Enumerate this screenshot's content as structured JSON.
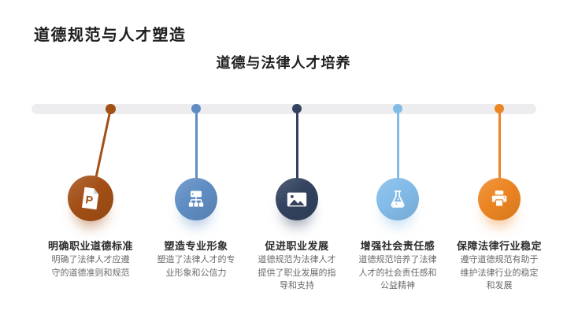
{
  "slide": {
    "title": "道德规范与人才塑造",
    "subtitle": "道德与法律人才培养",
    "background_color": "#ffffff",
    "title_color": "#1d1d1d"
  },
  "timeline": {
    "bar_color": "#ededf0",
    "items": [
      {
        "heading": "明确职业道德标准",
        "body": "明确了法律人才应遵守的道德准则和规范",
        "color": "#a34f16",
        "icon": "document-p-icon"
      },
      {
        "heading": "塑造专业形象",
        "body": "塑造了法律人才的专业形象和公信力",
        "color": "#5f8dc3",
        "icon": "org-chart-icon"
      },
      {
        "heading": "促进职业发展",
        "body": "道德规范为法律人才提供了职业发展的指导和支持",
        "color": "#32425f",
        "icon": "image-icon"
      },
      {
        "heading": "增强社会责任感",
        "body": "道德规范培养了法律人才的社会责任感和公益精神",
        "color": "#82bbe8",
        "icon": "flask-icon"
      },
      {
        "heading": "保障法律行业稳定",
        "body": "遵守道德规范有助于维护法律行业的稳定和发展",
        "color": "#ec8522",
        "icon": "printer-icon"
      }
    ]
  }
}
